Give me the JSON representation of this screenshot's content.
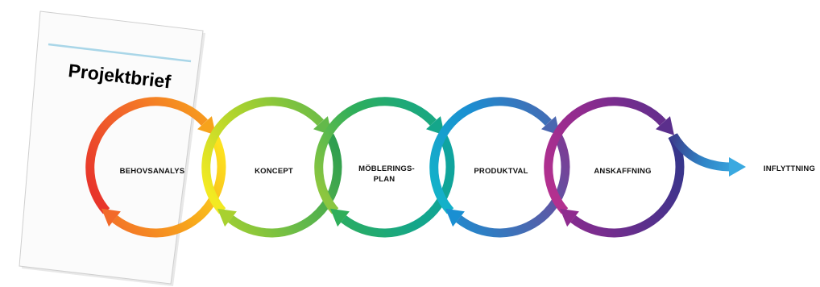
{
  "brief": {
    "title": "Projektbrief"
  },
  "stages": [
    {
      "label": "BEHOVSANALYS",
      "colors": [
        "#e8352b",
        "#f26a2a",
        "#f7a31c",
        "#fde21f"
      ]
    },
    {
      "label": "KONCEPT",
      "colors": [
        "#f3ea22",
        "#a8d12f",
        "#63b94a",
        "#2f9e4f"
      ]
    },
    {
      "label": "MÖBLERINGS-",
      "label2": "PLAN",
      "colors": [
        "#8cc63f",
        "#2fae5a",
        "#14a68a",
        "#0fa4a0"
      ]
    },
    {
      "label": "PRODUKTVAL",
      "colors": [
        "#14b1c9",
        "#1a8fd2",
        "#4a67b0",
        "#7b3d95"
      ]
    },
    {
      "label": "ANSKAFFNING",
      "colors": [
        "#b3308f",
        "#8f2b8f",
        "#5b2f8c",
        "#33368b"
      ]
    }
  ],
  "end_arrow": {
    "label": "INFLYTTNING",
    "colors": [
      "#3a4390",
      "#2f86c8",
      "#3aa9e0"
    ]
  }
}
